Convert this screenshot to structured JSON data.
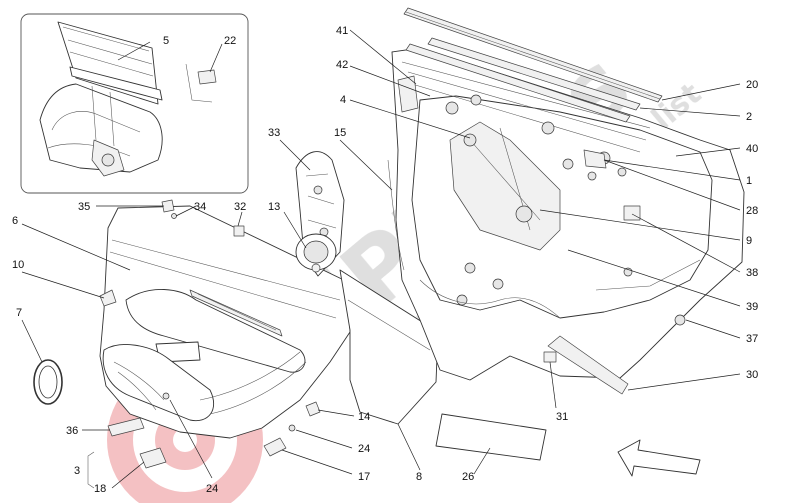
{
  "diagram": {
    "callouts": [
      {
        "id": "c5",
        "label": "5"
      },
      {
        "id": "c22",
        "label": "22"
      },
      {
        "id": "c41",
        "label": "41"
      },
      {
        "id": "c42",
        "label": "42"
      },
      {
        "id": "c4",
        "label": "4"
      },
      {
        "id": "c20",
        "label": "20"
      },
      {
        "id": "c2",
        "label": "2"
      },
      {
        "id": "c40",
        "label": "40"
      },
      {
        "id": "c1",
        "label": "1"
      },
      {
        "id": "c28",
        "label": "28"
      },
      {
        "id": "c33",
        "label": "33"
      },
      {
        "id": "c15",
        "label": "15"
      },
      {
        "id": "c35",
        "label": "35"
      },
      {
        "id": "c34",
        "label": "34"
      },
      {
        "id": "c32",
        "label": "32"
      },
      {
        "id": "c13",
        "label": "13"
      },
      {
        "id": "c6",
        "label": "6"
      },
      {
        "id": "c9",
        "label": "9"
      },
      {
        "id": "c38",
        "label": "38"
      },
      {
        "id": "c10",
        "label": "10"
      },
      {
        "id": "c39",
        "label": "39"
      },
      {
        "id": "c7",
        "label": "7"
      },
      {
        "id": "c37",
        "label": "37"
      },
      {
        "id": "c30",
        "label": "30"
      },
      {
        "id": "c14",
        "label": "14"
      },
      {
        "id": "c31",
        "label": "31"
      },
      {
        "id": "c36",
        "label": "36"
      },
      {
        "id": "c24a",
        "label": "24"
      },
      {
        "id": "c24b",
        "label": "24"
      },
      {
        "id": "c8",
        "label": "8"
      },
      {
        "id": "c26",
        "label": "26"
      },
      {
        "id": "c17",
        "label": "17"
      },
      {
        "id": "c3",
        "label": "3"
      },
      {
        "id": "c18",
        "label": "18"
      }
    ]
  },
  "watermark": {
    "brand": "MPParts",
    "tagline": "Exclusive Parts Specialist"
  },
  "colors": {
    "line": "#222222",
    "watermark_red": "#d8222a",
    "watermark_grey": "#9a9a9a"
  }
}
